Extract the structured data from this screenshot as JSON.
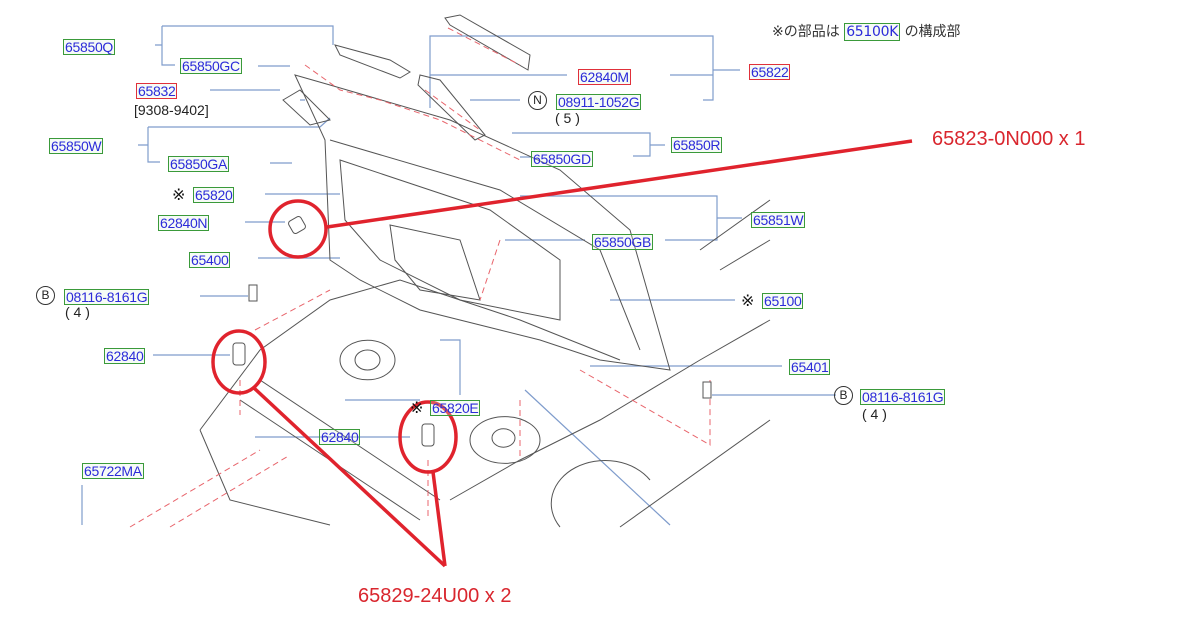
{
  "note": {
    "symbol": "※",
    "prefix": "の部品は",
    "part": "65100K",
    "suffix": "の構成部"
  },
  "labels": {
    "p65850Q": "65850Q",
    "p65850GC": "65850GC",
    "p65832": "65832",
    "p65832_range": "[9308-9402]",
    "p65850W": "65850W",
    "p65850GA": "65850GA",
    "p65820": "65820",
    "p62840N": "62840N",
    "p65400": "65400",
    "p08116_left": "08116-8161G",
    "p08116_left_qty": "( 4 )",
    "p62840_a": "62840",
    "p65820E": "65820E",
    "p62840_b": "62840",
    "p65722MA": "65722MA",
    "p62840M": "62840M",
    "p08911": "08911-1052G",
    "p08911_qty": "( 5 )",
    "p65822": "65822",
    "p65850R": "65850R",
    "p65850GD": "65850GD",
    "p65851W": "65851W",
    "p65850GB": "65850GB",
    "p65100": "65100",
    "p65401": "65401",
    "p08116_right": "08116-8161G",
    "p08116_right_qty": "( 4 )"
  },
  "markers": {
    "B": "B",
    "N": "N",
    "kome": "※"
  },
  "annotations": {
    "top": "65823-0N000 x 1",
    "bottom": "65829-24U00 x 2"
  },
  "colors": {
    "part_text": "#2b2bd9",
    "part_border": "#3a9a3a",
    "highlight_border": "#e0303a",
    "annotation": "#d9262e"
  }
}
